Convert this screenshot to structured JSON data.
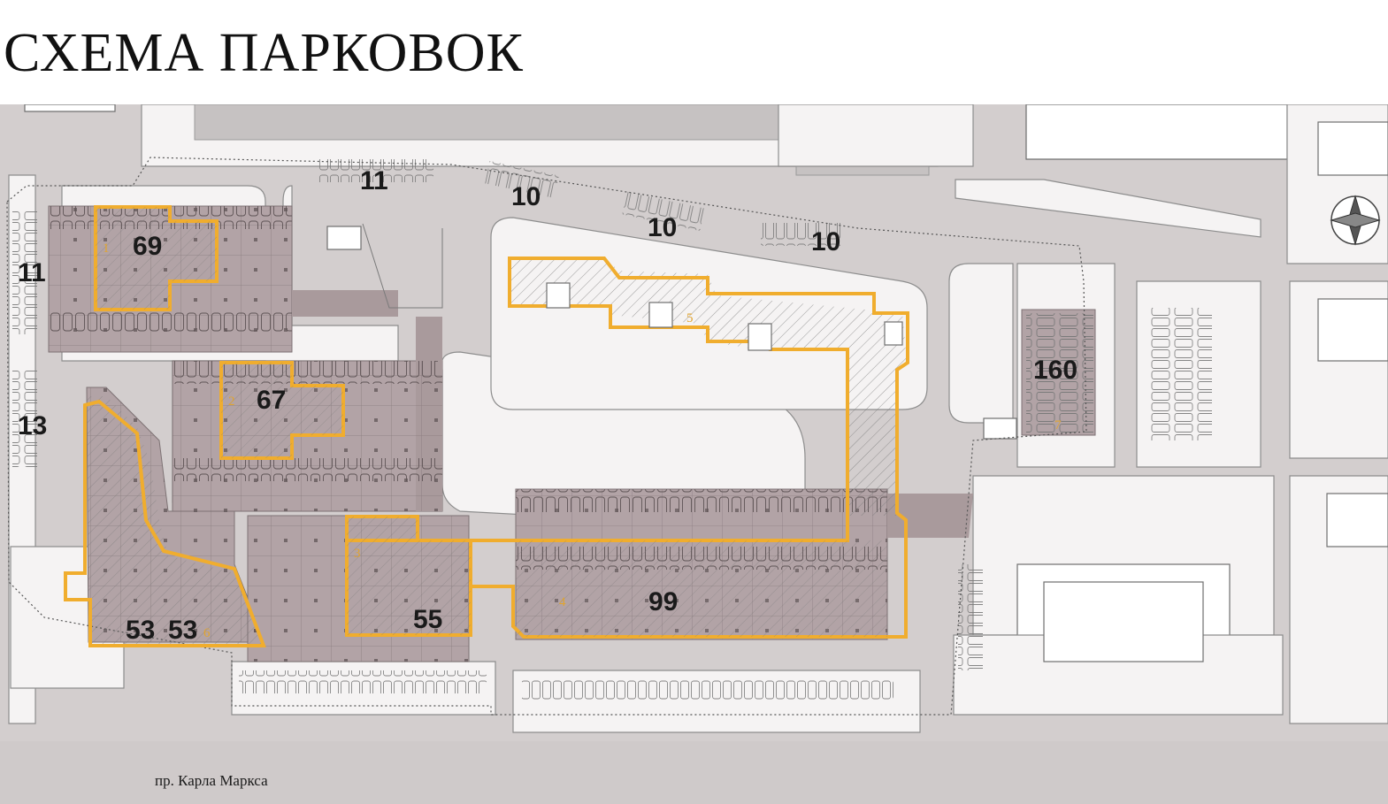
{
  "title": "СХЕМА ПАРКОВОК",
  "street_label": "пр. Карла Маркса",
  "icons": {
    "compass": "compass-rose-icon"
  },
  "colors": {
    "zone_outline": "#f0ad2e",
    "parking_fill": "#b2a3a6",
    "road": "#d3cece",
    "block": "#f5f3f3"
  },
  "surface_parking_counts": [
    {
      "id": "north-1",
      "count": "11"
    },
    {
      "id": "north-2",
      "count": "10"
    },
    {
      "id": "north-3",
      "count": "10"
    },
    {
      "id": "north-4",
      "count": "10"
    },
    {
      "id": "west-1",
      "count": "11"
    },
    {
      "id": "west-2",
      "count": "13"
    }
  ],
  "zones": [
    {
      "number": "1",
      "count": "69"
    },
    {
      "number": "2",
      "count": "67"
    },
    {
      "number": "3",
      "count": "55"
    },
    {
      "number": "4",
      "count": "99"
    },
    {
      "number": "5",
      "count": ""
    },
    {
      "number": "6",
      "count_a": "53",
      "count_b": "53"
    },
    {
      "number": "7",
      "count": "160"
    }
  ]
}
